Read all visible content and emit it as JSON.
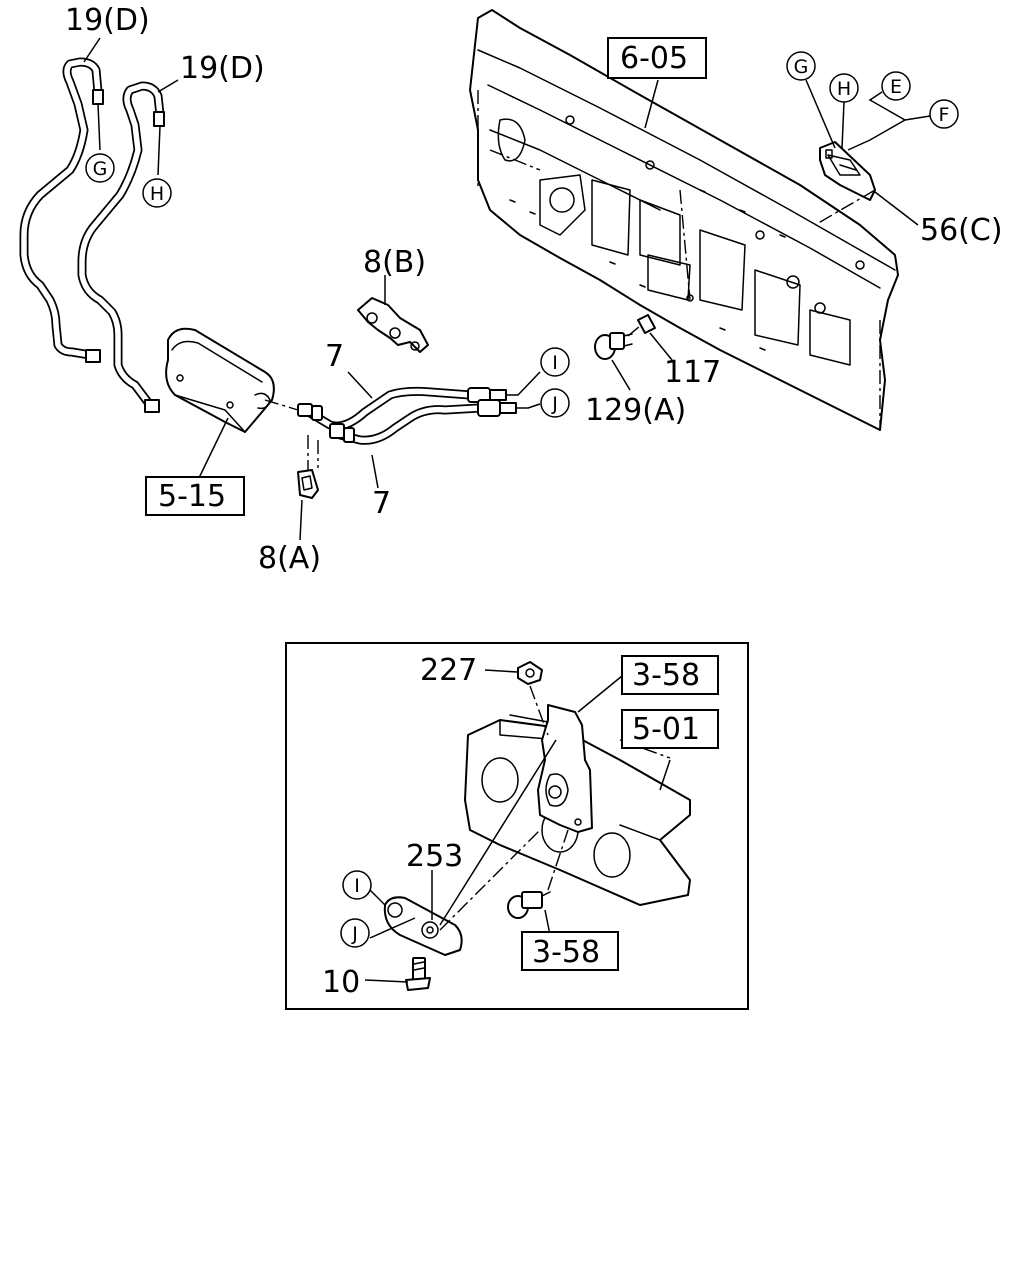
{
  "labels": {
    "hose_left_d": "19(D)",
    "hose_right_d": "19(D)",
    "panel_ref": "6-05",
    "clip_b": "8(B)",
    "hose_upper": "7",
    "hose_lower": "7",
    "bracket_ref": "5-15",
    "clip_a": "8(A)",
    "nut_117": "117",
    "bolt_129a": "129(A)",
    "part_56c": "56(C)",
    "nut_227": "227",
    "bracket_ref_358_top": "3-58",
    "frame_ref_501": "5-01",
    "clamp_253": "253",
    "bolt_ref_358_bottom": "3-58",
    "bolt_10": "10"
  },
  "callouts": {
    "G_left": "G",
    "H_left": "H",
    "G_right": "G",
    "H_right": "H",
    "E": "E",
    "F": "F",
    "I_top": "I",
    "J_top": "J",
    "I_inset": "I",
    "J_inset": "J"
  }
}
